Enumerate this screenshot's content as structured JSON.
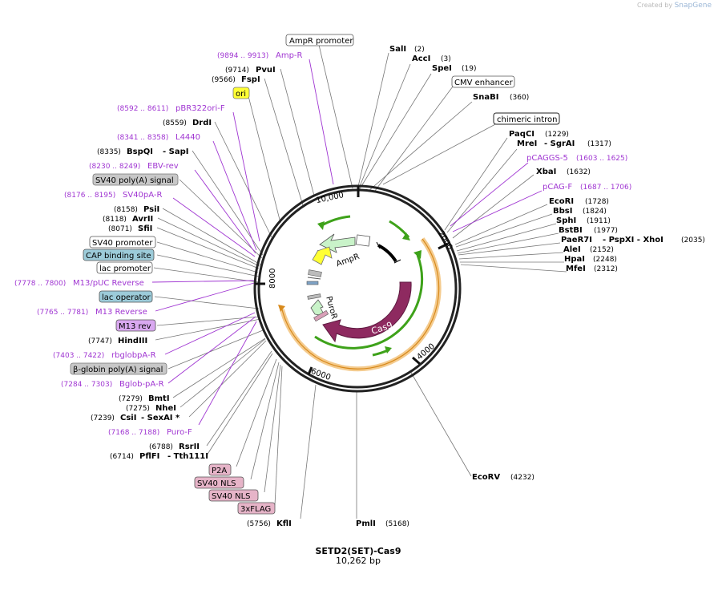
{
  "credit": {
    "prefix": "Created by",
    "brand": "SnapGene"
  },
  "plasmid": {
    "name": "SETD2(SET)-Cas9",
    "length_label": "10,262 bp"
  },
  "tick_labels": [
    "2000",
    "4000",
    "6000",
    "8000",
    "10,000"
  ],
  "enzymes_right": [
    {
      "name": "SalI",
      "pos": "(2)"
    },
    {
      "name": "AccI",
      "pos": "(3)"
    },
    {
      "name": "SpeI",
      "pos": "(19)"
    },
    {
      "name": "SnaBI",
      "pos": "(360)"
    },
    {
      "name": "PaqCI",
      "pos": "(1229)"
    },
    {
      "name": "MreI",
      "extra": "- SgrAI",
      "pos": "(1317)"
    },
    {
      "name": "XbaI",
      "pos": "(1632)"
    },
    {
      "name": "EcoRI",
      "pos": "(1728)"
    },
    {
      "name": "BbsI",
      "pos": "(1824)"
    },
    {
      "name": "SphI",
      "pos": "(1911)"
    },
    {
      "name": "BstBI",
      "pos": "(1977)"
    },
    {
      "name": "PaeR7I",
      "extra": "- PspXI  - XhoI",
      "pos": "(2035)"
    },
    {
      "name": "AleI",
      "pos": "(2152)"
    },
    {
      "name": "HpaI",
      "pos": "(2248)"
    },
    {
      "name": "MfeI",
      "pos": "(2312)"
    },
    {
      "name": "EcoRV",
      "pos": "(4232)"
    },
    {
      "name": "PmlI",
      "pos": "(5168)"
    }
  ],
  "enzymes_left": [
    {
      "name": "PvuI",
      "pos": "(9714)"
    },
    {
      "name": "FspI",
      "pos": "(9566)"
    },
    {
      "name": "DrdI",
      "pos": "(8559)"
    },
    {
      "name": "BspQI",
      "extra": "- SapI",
      "pos": "(8335)"
    },
    {
      "name": "PsiI",
      "pos": "(8158)"
    },
    {
      "name": "AvrII",
      "pos": "(8118)"
    },
    {
      "name": "SfiI",
      "pos": "(8071)"
    },
    {
      "name": "HindIII",
      "pos": "(7747)"
    },
    {
      "name": "BmtI",
      "pos": "(7279)"
    },
    {
      "name": "NheI",
      "pos": "(7275)"
    },
    {
      "name": "CsiI",
      "extra": "- SexAI *",
      "pos": "(7239)"
    },
    {
      "name": "RsrII",
      "pos": "(6788)"
    },
    {
      "name": "PflFI",
      "extra": "- Tth111I",
      "pos": "(6714)"
    },
    {
      "name": "KflI",
      "pos": "(5756)"
    }
  ],
  "primers": [
    {
      "name": "Amp-R",
      "range": "(9894 .. 9913)"
    },
    {
      "name": "pBR322ori-F",
      "range": "(8592 .. 8611)"
    },
    {
      "name": "L4440",
      "range": "(8341 .. 8358)"
    },
    {
      "name": "EBV-rev",
      "range": "(8230 .. 8249)"
    },
    {
      "name": "SV40pA-R",
      "range": "(8176 .. 8195)"
    },
    {
      "name": "M13/pUC Reverse",
      "range": "(7778 .. 7800)"
    },
    {
      "name": "M13 Reverse",
      "range": "(7765 .. 7781)"
    },
    {
      "name": "rbglobpA-R",
      "range": "(7403 .. 7422)"
    },
    {
      "name": "Bglob-pA-R",
      "range": "(7284 .. 7303)"
    },
    {
      "name": "Puro-F",
      "range": "(7168 .. 7188)"
    },
    {
      "name": "pCAGGS-5",
      "range": "(1603 .. 1625)"
    },
    {
      "name": "pCAG-F",
      "range": "(1687 .. 1706)"
    }
  ],
  "features_boxed": [
    "AmpR promoter",
    "CMV enhancer",
    "chimeric intron",
    "ori",
    "SV40 poly(A) signal",
    "SV40 promoter",
    "CAP binding site",
    "lac promoter",
    "lac operator",
    "M13 rev",
    "β-globin poly(A) signal",
    "P2A",
    "SV40 NLS",
    "SV40 NLS",
    "3xFLAG"
  ],
  "inner_features": [
    "AmpR",
    "PuroR",
    "Cas9"
  ],
  "colors": {
    "primer": "#a036d2",
    "cas9": "#8e2a60",
    "green_arrow": "#3ea21a",
    "orange_band": "#f2c27a",
    "ori_yellow": "#ffff33",
    "amp_green": "#c9f3c9",
    "cap_blue": "#9ccbd9",
    "gray_box": "#c8c8c8",
    "pink_box": "#e6b4c8",
    "m13_purple": "#d9a8f0"
  }
}
